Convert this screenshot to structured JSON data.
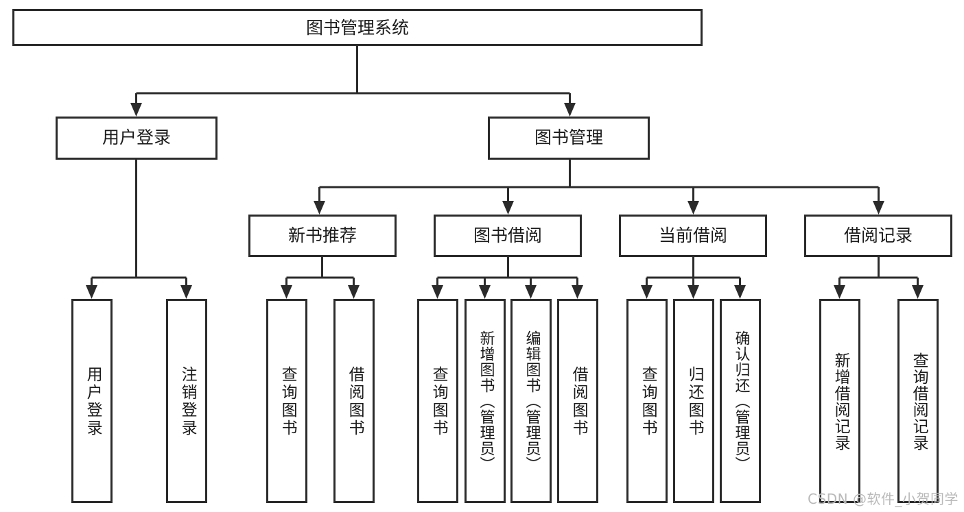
{
  "diagram": {
    "title": "图书管理系统",
    "type": "tree",
    "root": {
      "label": "图书管理系统",
      "orientation": "horizontal"
    },
    "level2": [
      {
        "label": "用户登录",
        "orientation": "horizontal"
      },
      {
        "label": "图书管理",
        "orientation": "horizontal"
      }
    ],
    "level3": [
      {
        "label": "新书推荐",
        "parent": "图书管理",
        "orientation": "horizontal"
      },
      {
        "label": "图书借阅",
        "parent": "图书管理",
        "orientation": "horizontal"
      },
      {
        "label": "当前借阅",
        "parent": "图书管理",
        "orientation": "horizontal"
      },
      {
        "label": "借阅记录",
        "parent": "图书管理",
        "orientation": "horizontal"
      }
    ],
    "leaves": [
      {
        "label": "用户登录",
        "parent": "用户登录",
        "orientation": "vertical"
      },
      {
        "label": "注销登录",
        "parent": "用户登录",
        "orientation": "vertical"
      },
      {
        "label": "查询图书",
        "parent": "新书推荐",
        "orientation": "vertical"
      },
      {
        "label": "借阅图书",
        "parent": "新书推荐",
        "orientation": "vertical"
      },
      {
        "label": "查询图书",
        "parent": "图书借阅",
        "orientation": "vertical"
      },
      {
        "label": "新增图书（管理员）",
        "parent": "图书借阅",
        "orientation": "vertical"
      },
      {
        "label": "编辑图书（管理员）",
        "parent": "图书借阅",
        "orientation": "vertical"
      },
      {
        "label": "借阅图书",
        "parent": "图书借阅",
        "orientation": "vertical"
      },
      {
        "label": "查询图书",
        "parent": "当前借阅",
        "orientation": "vertical"
      },
      {
        "label": "归还图书",
        "parent": "当前借阅",
        "orientation": "vertical"
      },
      {
        "label": "确认归还（管理员）",
        "parent": "当前借阅",
        "orientation": "vertical"
      },
      {
        "label": "新增借阅记录",
        "parent": "借阅记录",
        "orientation": "vertical"
      },
      {
        "label": "查询借阅记录",
        "parent": "借阅记录",
        "orientation": "vertical"
      }
    ],
    "colors": {
      "background": "#ffffff",
      "box_fill": "#ffffff",
      "box_stroke": "#2b2b2b",
      "text": "#1b1b1b",
      "watermark": "#b9b9b9"
    }
  },
  "watermark": {
    "text": "CSDN @软件_小贺同学"
  }
}
